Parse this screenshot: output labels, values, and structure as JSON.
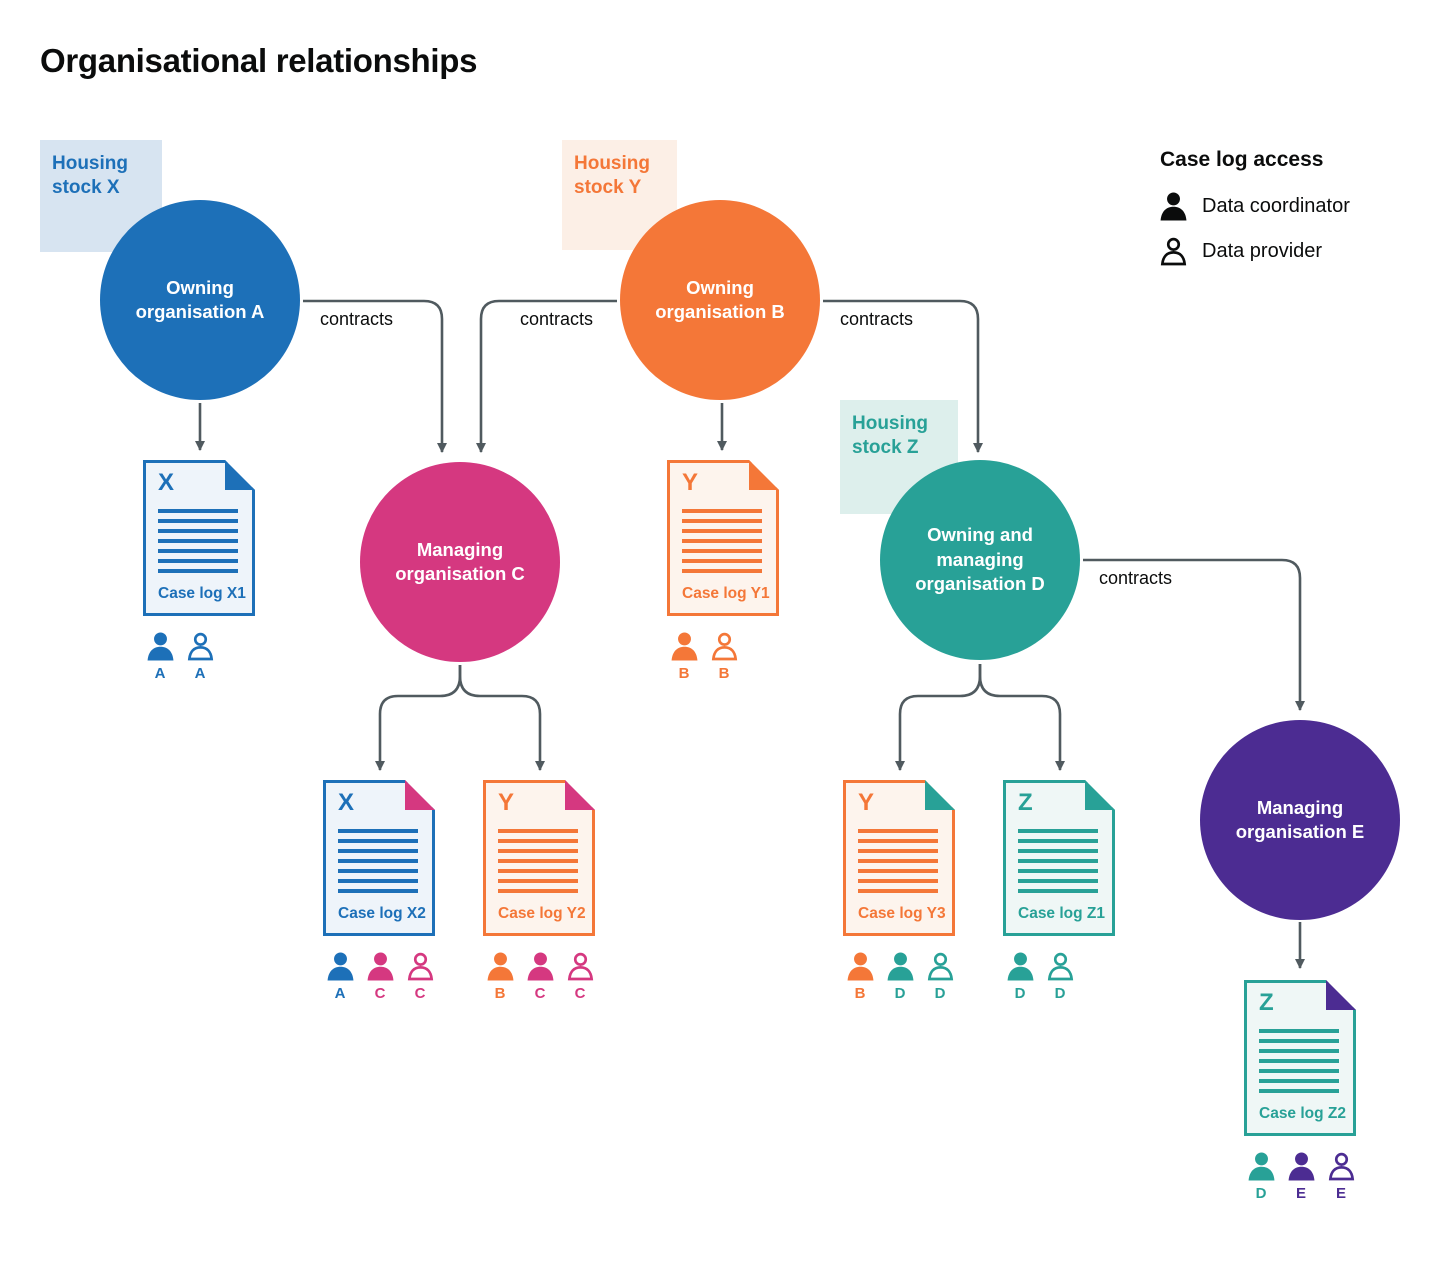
{
  "title": "Organisational relationships",
  "legend": {
    "title": "Case log access",
    "items": [
      {
        "icon": "data-coordinator-icon",
        "label": "Data coordinator"
      },
      {
        "icon": "data-provider-icon",
        "label": "Data provider"
      }
    ]
  },
  "housing_stocks": [
    {
      "id": "X",
      "label": "Housing stock X",
      "color": "#1d70b8"
    },
    {
      "id": "Y",
      "label": "Housing stock Y",
      "color": "#f47738"
    },
    {
      "id": "Z",
      "label": "Housing stock Z",
      "color": "#28a197"
    }
  ],
  "organisations": [
    {
      "id": "A",
      "label": "Owning organisation A",
      "color": "#1d70b8"
    },
    {
      "id": "B",
      "label": "Owning organisation B",
      "color": "#f47738"
    },
    {
      "id": "C",
      "label": "Managing organisation C",
      "color": "#d53880"
    },
    {
      "id": "D",
      "label": "Owning and managing organisation D",
      "color": "#28a197"
    },
    {
      "id": "E",
      "label": "Managing organisation E",
      "color": "#4c2c92"
    }
  ],
  "contracts_label": "contracts",
  "case_logs": [
    {
      "letter": "X",
      "label": "Case log X1",
      "doc_color": "#1d70b8",
      "fold_color": "#1d70b8",
      "access": [
        {
          "role": "Data coordinator",
          "org": "A",
          "color": "#1d70b8"
        },
        {
          "role": "Data provider",
          "org": "A",
          "color": "#1d70b8"
        }
      ]
    },
    {
      "letter": "Y",
      "label": "Case log Y1",
      "doc_color": "#f47738",
      "fold_color": "#f47738",
      "access": [
        {
          "role": "Data coordinator",
          "org": "B",
          "color": "#f47738"
        },
        {
          "role": "Data provider",
          "org": "B",
          "color": "#f47738"
        }
      ]
    },
    {
      "letter": "X",
      "label": "Case log X2",
      "doc_color": "#1d70b8",
      "fold_color": "#d53880",
      "access": [
        {
          "role": "Data coordinator",
          "org": "A",
          "color": "#1d70b8"
        },
        {
          "role": "Data coordinator",
          "org": "C",
          "color": "#d53880"
        },
        {
          "role": "Data provider",
          "org": "C",
          "color": "#d53880"
        }
      ]
    },
    {
      "letter": "Y",
      "label": "Case log Y2",
      "doc_color": "#f47738",
      "fold_color": "#d53880",
      "access": [
        {
          "role": "Data coordinator",
          "org": "B",
          "color": "#f47738"
        },
        {
          "role": "Data coordinator",
          "org": "C",
          "color": "#d53880"
        },
        {
          "role": "Data provider",
          "org": "C",
          "color": "#d53880"
        }
      ]
    },
    {
      "letter": "Y",
      "label": "Case log Y3",
      "doc_color": "#f47738",
      "fold_color": "#28a197",
      "access": [
        {
          "role": "Data coordinator",
          "org": "B",
          "color": "#f47738"
        },
        {
          "role": "Data coordinator",
          "org": "D",
          "color": "#28a197"
        },
        {
          "role": "Data provider",
          "org": "D",
          "color": "#28a197"
        }
      ]
    },
    {
      "letter": "Z",
      "label": "Case log Z1",
      "doc_color": "#28a197",
      "fold_color": "#28a197",
      "access": [
        {
          "role": "Data coordinator",
          "org": "D",
          "color": "#28a197"
        },
        {
          "role": "Data provider",
          "org": "D",
          "color": "#28a197"
        }
      ]
    },
    {
      "letter": "Z",
      "label": "Case log Z2",
      "doc_color": "#28a197",
      "fold_color": "#4c2c92",
      "access": [
        {
          "role": "Data coordinator",
          "org": "D",
          "color": "#28a197"
        },
        {
          "role": "Data coordinator",
          "org": "E",
          "color": "#4c2c92"
        },
        {
          "role": "Data provider",
          "org": "E",
          "color": "#4c2c92"
        }
      ]
    }
  ],
  "colors": {
    "blue": "#1d70b8",
    "orange": "#f47738",
    "pink": "#d53880",
    "teal": "#28a197",
    "purple": "#4c2c92",
    "arrow": "#505a5f",
    "text": "#0b0c0c"
  }
}
